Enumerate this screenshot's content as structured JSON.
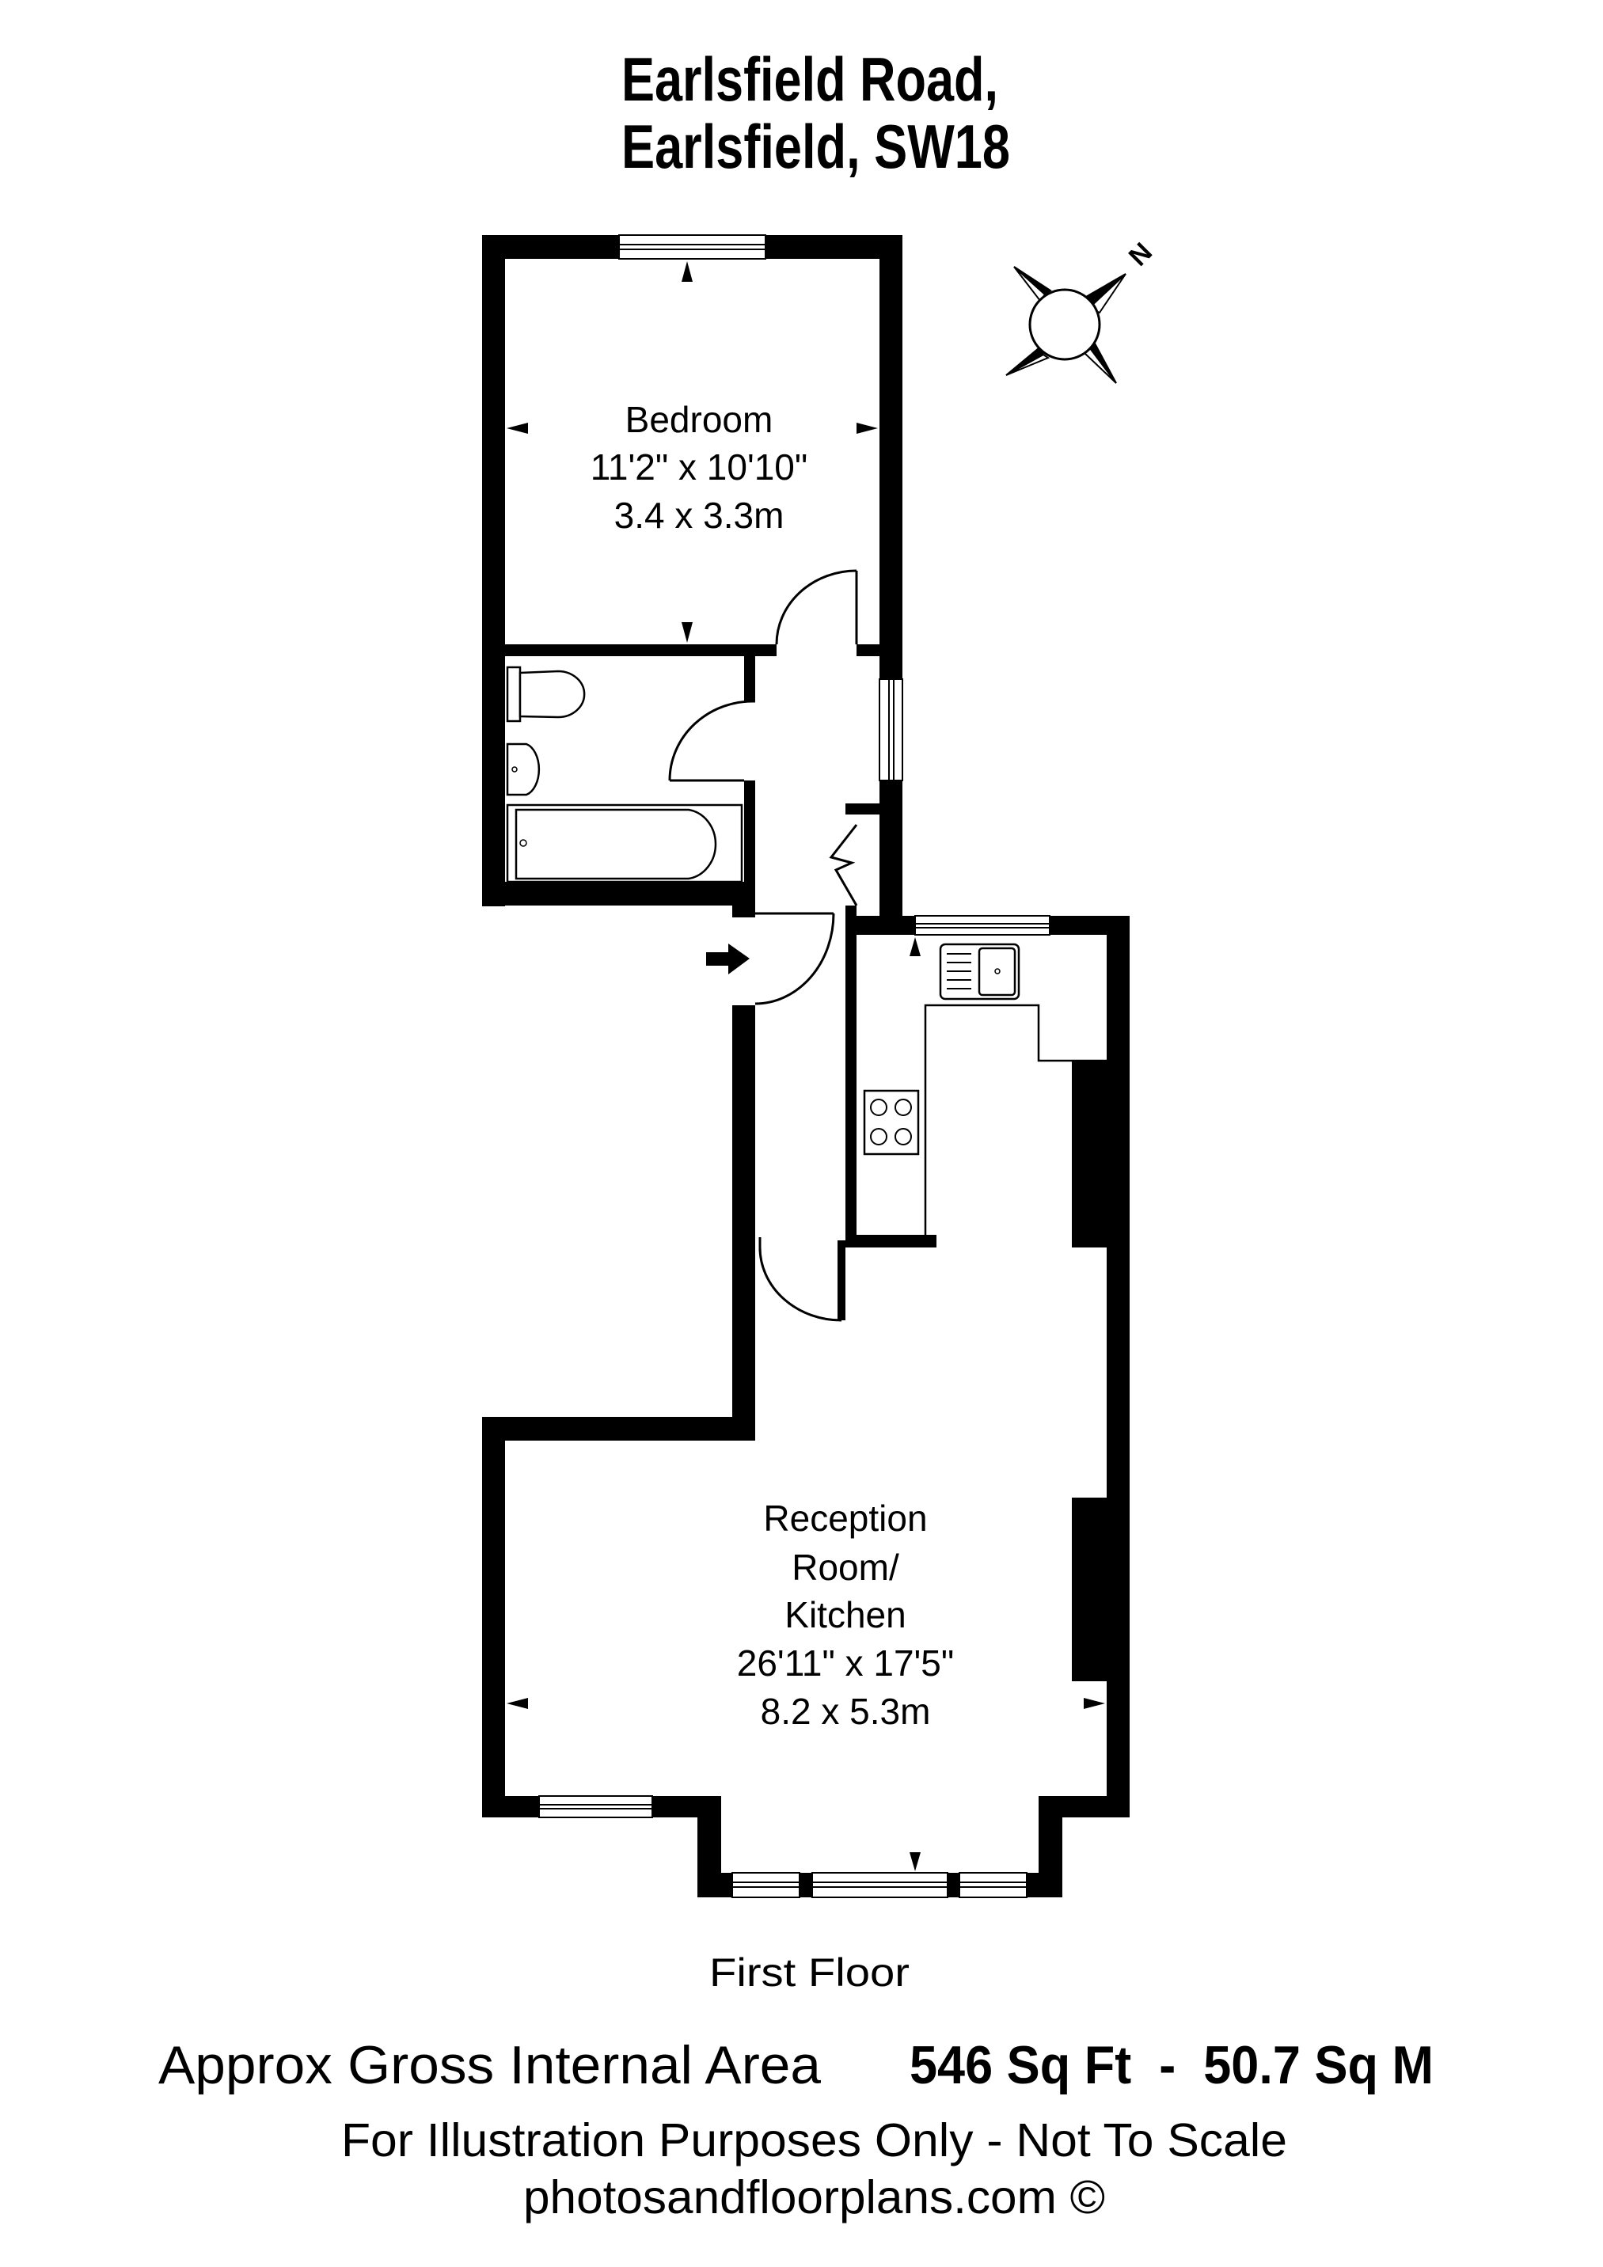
{
  "header": {
    "title_line1": "Earlsfield Road,",
    "title_line2": "Earlsfield, SW18"
  },
  "compass": {
    "label": "N",
    "icon": "compass-north-arrow"
  },
  "rooms": {
    "bedroom": {
      "name": "Bedroom",
      "imperial": "11'2\" x 10'10\"",
      "metric": "3.4 x 3.3m"
    },
    "reception": {
      "name_line1": "Reception",
      "name_line2": "Room/",
      "name_line3": "Kitchen",
      "imperial": "26'11\" x 17'5\"",
      "metric": "8.2 x 5.3m"
    }
  },
  "floor_label": "First Floor",
  "footer": {
    "area_label": "Approx Gross Internal Area",
    "area_value": "546 Sq Ft  -  50.7 Sq M",
    "disclaimer": "For Illustration Purposes Only - Not To Scale",
    "credit": "photosandfloorplans.com ©"
  },
  "colors": {
    "walls": "#000000",
    "background": "#ffffff"
  }
}
